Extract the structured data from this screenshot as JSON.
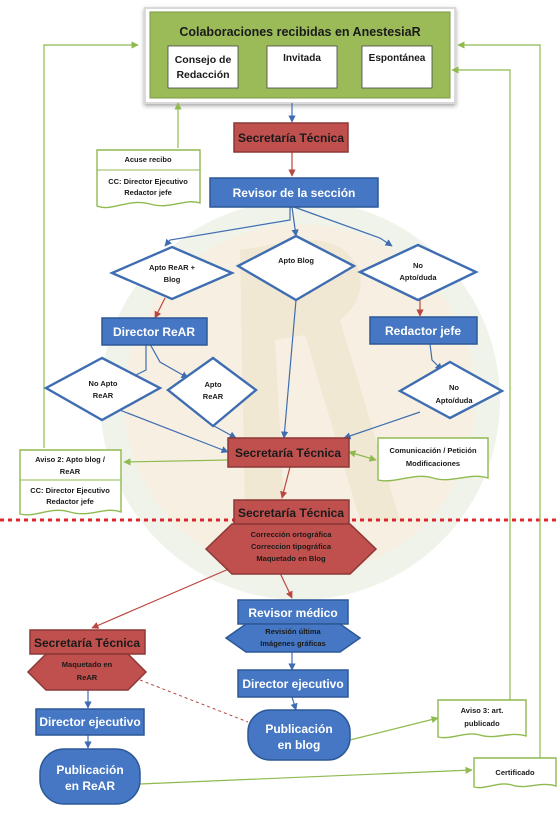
{
  "header": {
    "title": "Colaboraciones recibidas en AnestesiaR",
    "boxes": {
      "consejo_1": "Consejo de",
      "consejo_2": "Redacción",
      "invitada": "Invitada",
      "espontanea": "Espontánea"
    }
  },
  "nodes": {
    "secretaria_1": "Secretaría Técnica",
    "revisor_seccion": "Revisor de la sección",
    "director_rear": "Director ReAR",
    "redactor_jefe": "Redactor jefe",
    "secretaria_2": "Secretaría Técnica",
    "secretaria_3": "Secretaría Técnica",
    "revisor_medico": "Revisor médico",
    "director_ejecutivo_1": "Director ejecutivo",
    "secretaria_4": "Secretaría Técnica",
    "director_ejecutivo_2": "Director ejecutivo",
    "pub_blog_1": "Publicación",
    "pub_blog_2": "en blog",
    "pub_rear_1": "Publicación",
    "pub_rear_2": "en ReAR"
  },
  "decisions": {
    "apto_rear_blog_1": "Apto ReAR +",
    "apto_rear_blog_2": "Blog",
    "apto_blog": "Apto Blog",
    "no_apto_duda_1": "No",
    "no_apto_duda_2": "Apto/duda",
    "no_apto_rear_1": "No Apto",
    "no_apto_rear_2": "ReAR",
    "apto_rear_1": "Apto",
    "apto_rear_2": "ReAR",
    "no_duda_1": "No",
    "no_duda_2": "Apto/duda"
  },
  "processes": {
    "correccion_1": "Corrección ortográfica",
    "correccion_2": "Correccion tipográfica",
    "correccion_3": "Maquetado en Blog",
    "revision_1": "Revisión última",
    "revision_2": "Imágenes gráficas",
    "maquetado_1": "Maquetado en",
    "maquetado_2": "ReAR"
  },
  "notes": {
    "acuse_title": "Acuse recibo",
    "acuse_cc_1": "CC: Director Ejecutivo",
    "acuse_cc_2": "Redactor jefe",
    "aviso2_1": "Aviso 2: Apto blog /",
    "aviso2_2": "ReAR",
    "aviso2_cc_1": "CC: Director Ejecutivo",
    "aviso2_cc_2": "Redactor jefe",
    "comunicacion_1": "Comunicación / Petición",
    "comunicacion_2": "Modificaciones",
    "aviso3_1": "Aviso 3: art.",
    "aviso3_2": "publicado",
    "certificado": "Certificado"
  },
  "colors": {
    "blue": "#4577c4",
    "red": "#c0504d",
    "green": "#9bbb59",
    "divider": "#d9282f"
  }
}
